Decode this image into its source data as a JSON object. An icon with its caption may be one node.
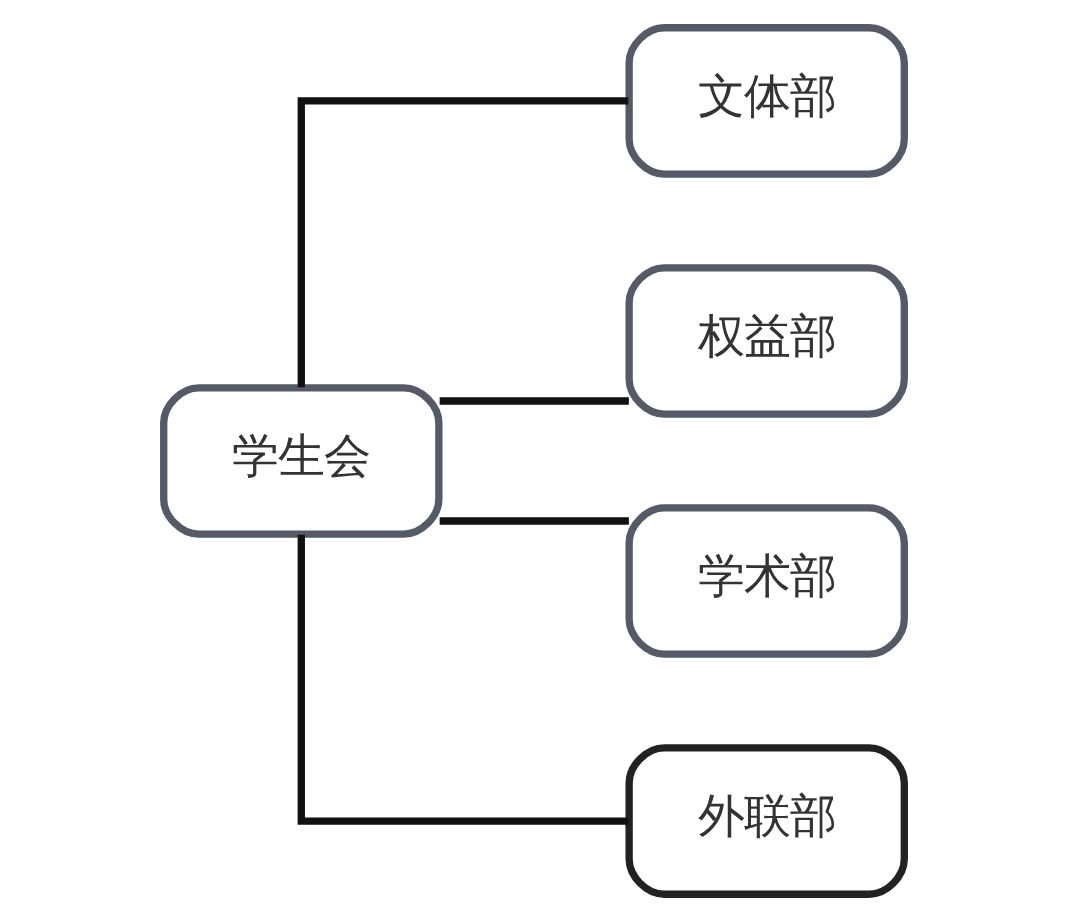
{
  "diagram": {
    "nodes": [
      {
        "text": [
          "学生会"
        ]
      },
      {
        "text": [
          "文体部"
        ]
      },
      {
        "text": [
          "权益部"
        ]
      },
      {
        "text": [
          "学术部"
        ]
      },
      {
        "text": [
          "外联部"
        ]
      }
    ],
    "edges": [
      {
        "from": 0,
        "to": 1,
        "arrow": "none"
      },
      {
        "from": 0,
        "to": 2,
        "arrow": "none"
      },
      {
        "from": 0,
        "to": 3,
        "arrow": "none"
      },
      {
        "from": 0,
        "to": 4,
        "arrow": "none"
      }
    ]
  }
}
